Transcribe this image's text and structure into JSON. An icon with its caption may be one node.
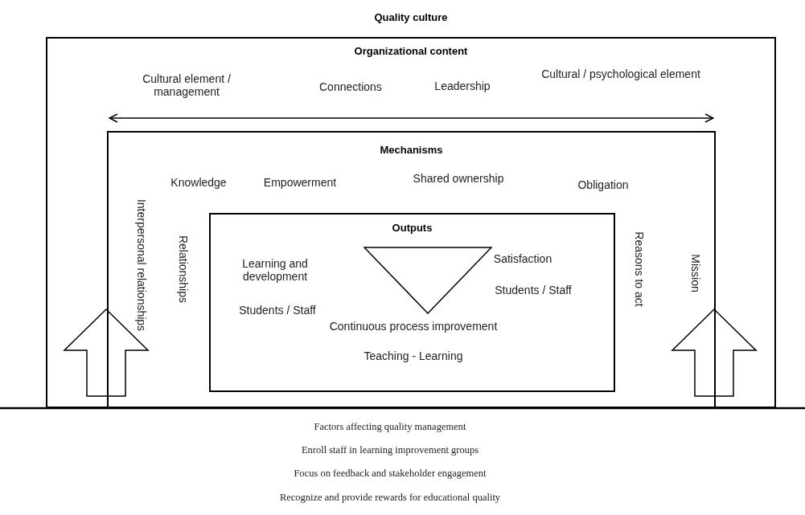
{
  "diagram": {
    "nodes": [
      {
        "text": [
          "Quality culture",
          "Organizational content"
        ]
      },
      {
        "text": [
          "Mechanisms"
        ],
        "in": 0
      },
      {
        "text": [
          "Outputs"
        ],
        "in": 1
      },
      {
        "text": [],
        "shape": "triangle",
        "in": 2
      }
    ],
    "labels": [
      "Cultural element / management",
      "Connections",
      "Leadership",
      "Cultural / psychological element",
      "Knowledge",
      "Empowerment",
      "Shared ownership",
      "Obligation",
      "Interpersonal relationships",
      "Relationships",
      "Reasons to act",
      "Mission",
      "Learning and development",
      "Satisfaction",
      "Students / Staff",
      "Students / Staff",
      "Continuous process improvement",
      "Teaching - Learning",
      "Factors affecting quality management",
      "Enroll staff in learning improvement groups",
      "Focus on feedback and stakeholder engagement",
      "Recognize and provide rewards for educational quality"
    ]
  }
}
